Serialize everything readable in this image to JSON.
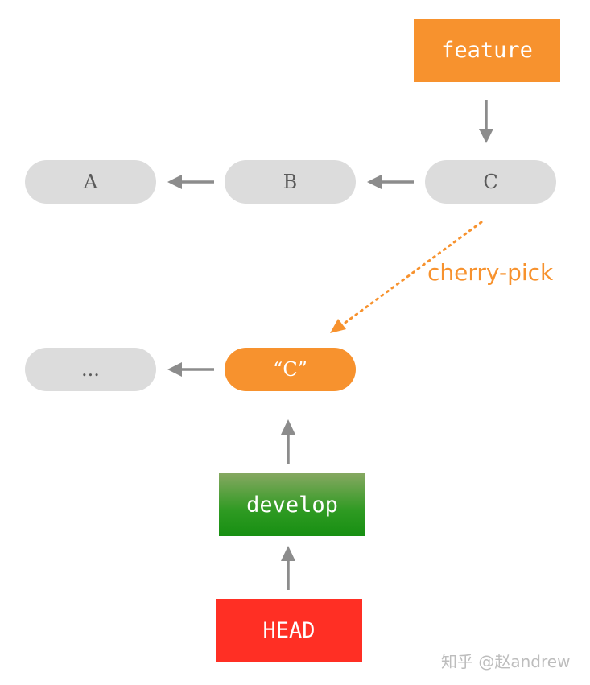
{
  "diagram": {
    "commits_row1": [
      {
        "id": "A",
        "label": "A"
      },
      {
        "id": "B",
        "label": "B"
      },
      {
        "id": "C",
        "label": "C"
      }
    ],
    "commits_row2": [
      {
        "id": "ellipsis",
        "label": "..."
      },
      {
        "id": "c-copy",
        "label": "“C”"
      }
    ],
    "labels": {
      "feature": "feature",
      "develop": "develop",
      "head": "HEAD"
    },
    "cherry_pick_text": "cherry-pick"
  },
  "watermark": "知乎 @赵andrew",
  "colors": {
    "commit_gray": "#dcdcdc",
    "commit_text": "#5a5a5a",
    "accent_orange": "#f7922e",
    "develop_green": "#2e9a22",
    "head_red": "#ff2f24",
    "arrow_gray": "#8c8c8c"
  }
}
